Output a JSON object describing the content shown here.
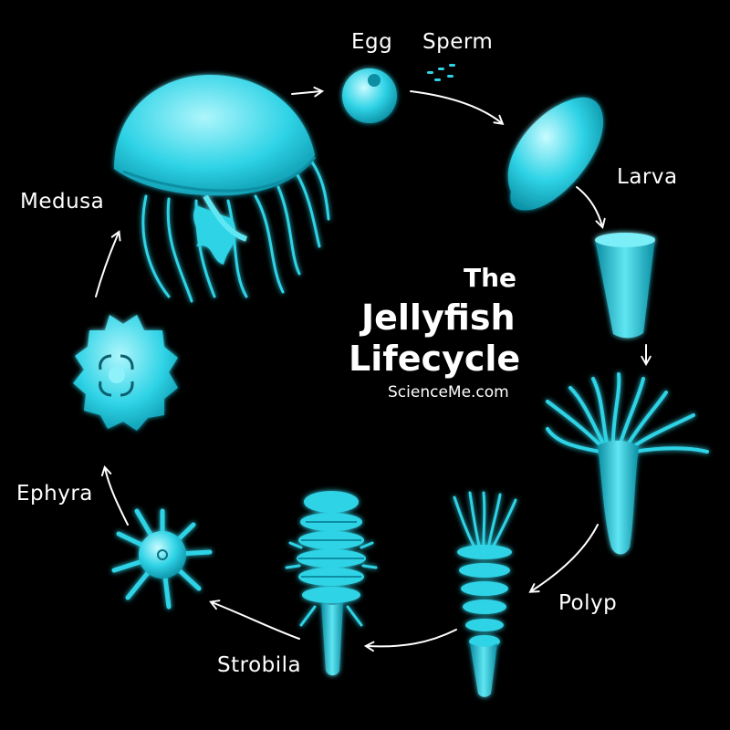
{
  "title": {
    "line1": "The",
    "line2": "Jellyfish",
    "line3": "Lifecycle",
    "site": "ScienceMe.com"
  },
  "stages": {
    "egg": "Egg",
    "sperm": "Sperm",
    "larva": "Larva",
    "polyp": "Polyp",
    "strobila": "Strobila",
    "ephyra": "Ephyra",
    "medusa": "Medusa"
  },
  "colors": {
    "background": "#000000",
    "organism": "#2fd3e6",
    "organism_light": "#9ff3fa",
    "organism_dark": "#0b8ea3",
    "arrow": "#ffffff"
  }
}
